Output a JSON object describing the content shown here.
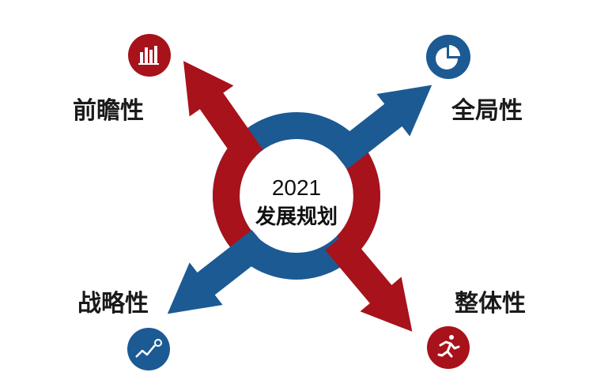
{
  "center": {
    "year": "2021",
    "title": "发展规划"
  },
  "quadrants": {
    "top_left": {
      "label": "前瞻性",
      "icon": "bar-chart-icon",
      "color": "#a8121b"
    },
    "top_right": {
      "label": "全局性",
      "icon": "pie-chart-icon",
      "color": "#1c5a94"
    },
    "bottom_left": {
      "label": "战略性",
      "icon": "trend-line-icon",
      "color": "#1c5a94"
    },
    "bottom_right": {
      "label": "整体性",
      "icon": "running-person-icon",
      "color": "#a8121b"
    }
  },
  "colors": {
    "red": "#a8121b",
    "blue": "#1c5a94"
  }
}
